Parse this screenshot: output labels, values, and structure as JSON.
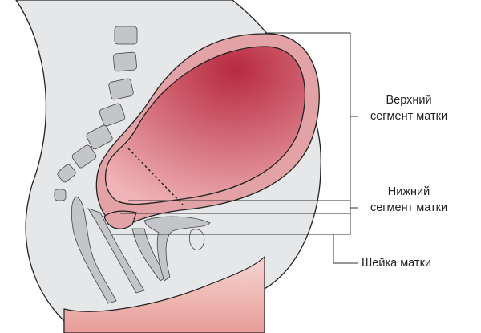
{
  "labels": {
    "upper_segment": {
      "line1": "Верхний",
      "line2": "сегмент матки"
    },
    "lower_segment": {
      "line1": "Нижний",
      "line2": "сегмент матки"
    },
    "cervix": "Шейка матки"
  },
  "colors": {
    "uterus_inner": "#c23a4c",
    "uterus_inner_light": "#e8a0a8",
    "uterus_wall": "#e3a3a6",
    "body_gray": "#e6e7e9",
    "bone_gray": "#c4c5c8",
    "line": "#222222",
    "skin_pink": "#eab4b0"
  }
}
